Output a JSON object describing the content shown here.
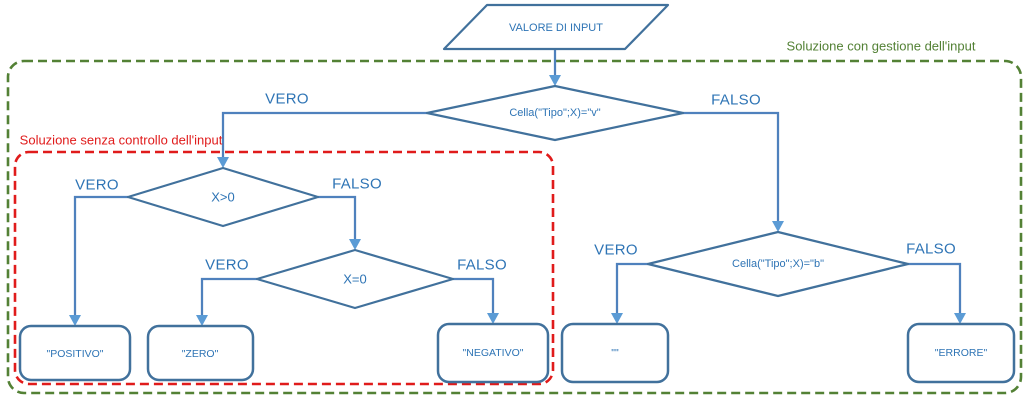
{
  "regions": {
    "outer_label": "Soluzione con gestione dell'input",
    "inner_label": "Soluzione senza controllo dell'input"
  },
  "labels": {
    "vero": "VERO",
    "falso": "FALSO"
  },
  "nodes": {
    "input": "VALORE DI INPUT",
    "check_v": "Cella(\"Tipo\";X)=\"v\"",
    "check_gt": "X>0",
    "check_eq": "X=0",
    "check_b": "Cella(\"Tipo\";X)=\"b\"",
    "out_positivo": "\"POSITIVO\"",
    "out_zero": "\"ZERO\"",
    "out_negativo": "\"NEGATIVO\"",
    "out_empty": "\"\"",
    "out_errore": "\"ERRORE\""
  },
  "colors": {
    "connector": "#4f81bd",
    "shape_border": "#41719c",
    "arrowhead": "#5b9bd5",
    "text": "#2e74b5",
    "inner_region": "#e01b1b",
    "outer_region": "#538135"
  }
}
